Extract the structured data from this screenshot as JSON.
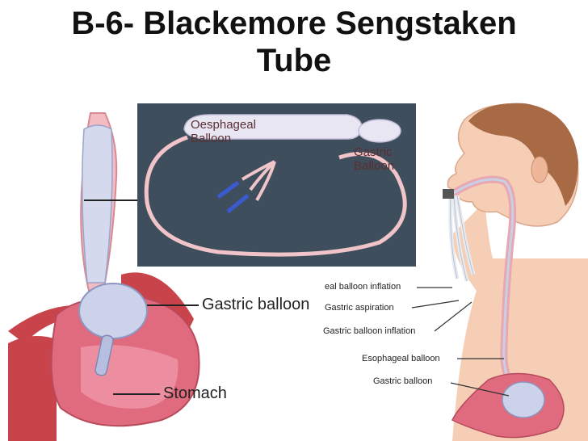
{
  "title_line1": "B-6- Blackemore Sengstaken",
  "title_line2": "Tube",
  "photo_labels": {
    "oesophageal_balloon": [
      "Oesphageal",
      "Balloon"
    ],
    "gastric_balloon": [
      "Gastric",
      "Balloon"
    ]
  },
  "left_labels": {
    "gastric_balloon": "Gastric balloon",
    "stomach": "Stomach"
  },
  "right_labels": {
    "esophageal_inflation": "eal balloon inflation",
    "gastric_aspiration": "Gastric aspiration",
    "gastric_inflation": "Gastric balloon inflation",
    "esophageal_balloon": "Esophageal balloon",
    "gastric_balloon": "Gastric balloon"
  },
  "colors": {
    "photo_bg": "#3f4e5c",
    "tube": "#f0c4c8",
    "balloon": "#c9cfe6",
    "stomach": "#e06b7f",
    "skin": "#f6ceb6",
    "hair": "#a86a45",
    "tissue": "#c8444a"
  }
}
